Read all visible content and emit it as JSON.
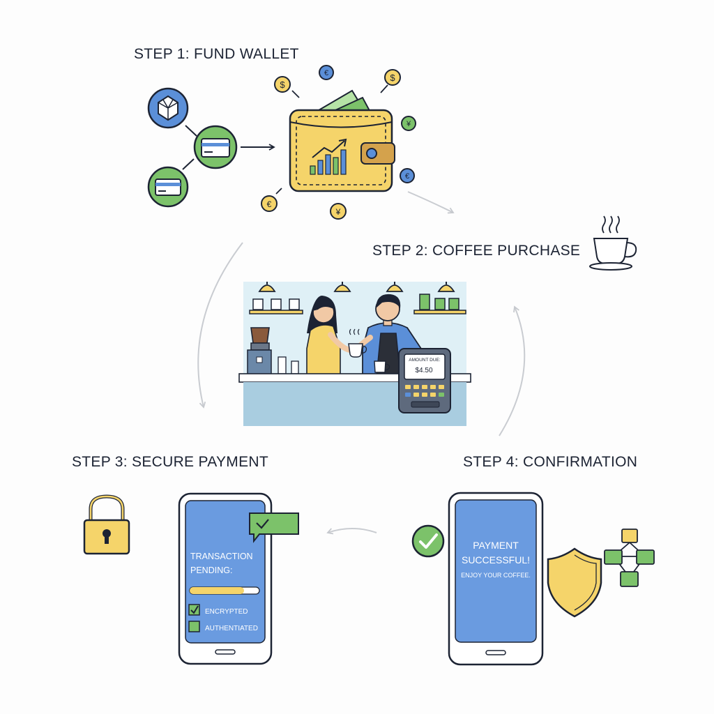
{
  "steps": [
    {
      "title": "STEP 1: FUND WALLET"
    },
    {
      "title": "STEP 2: COFFEE PURCHASE"
    },
    {
      "title": "STEP 3: SECURE PAYMENT"
    },
    {
      "title": "STEP 4: CONFIRMATION"
    }
  ],
  "currency_symbols": {
    "dollar": "$",
    "euro": "€",
    "yen": "¥"
  },
  "terminal": {
    "label": "AMOUNT DUE:",
    "amount": "$4.50"
  },
  "secure_payment": {
    "status_line1": "TRANSACTION",
    "status_line2": "PENDING:",
    "progress": 0.78,
    "checks": [
      {
        "label": "ENCRYPTED",
        "checked": true
      },
      {
        "label": "AUTHENTIATED",
        "checked": false
      }
    ]
  },
  "confirmation": {
    "line1": "PAYMENT",
    "line2": "SUCCESSFUL!",
    "line3": "ENJOY YOUR COFFEE."
  },
  "icons": {
    "crypto": "crypto-coin-icon",
    "card": "credit-card-icon",
    "wallet": "wallet-icon",
    "coffee": "coffee-cup-icon",
    "lock": "padlock-icon",
    "shield": "shield-icon",
    "check": "check-badge-icon",
    "blockchain": "blockchain-icon"
  },
  "colors": {
    "ink": "#1c2333",
    "blue": "#5b8fd8",
    "green": "#7cc26a",
    "yellow": "#f5d46a",
    "arrow": "#c9ccd1"
  }
}
